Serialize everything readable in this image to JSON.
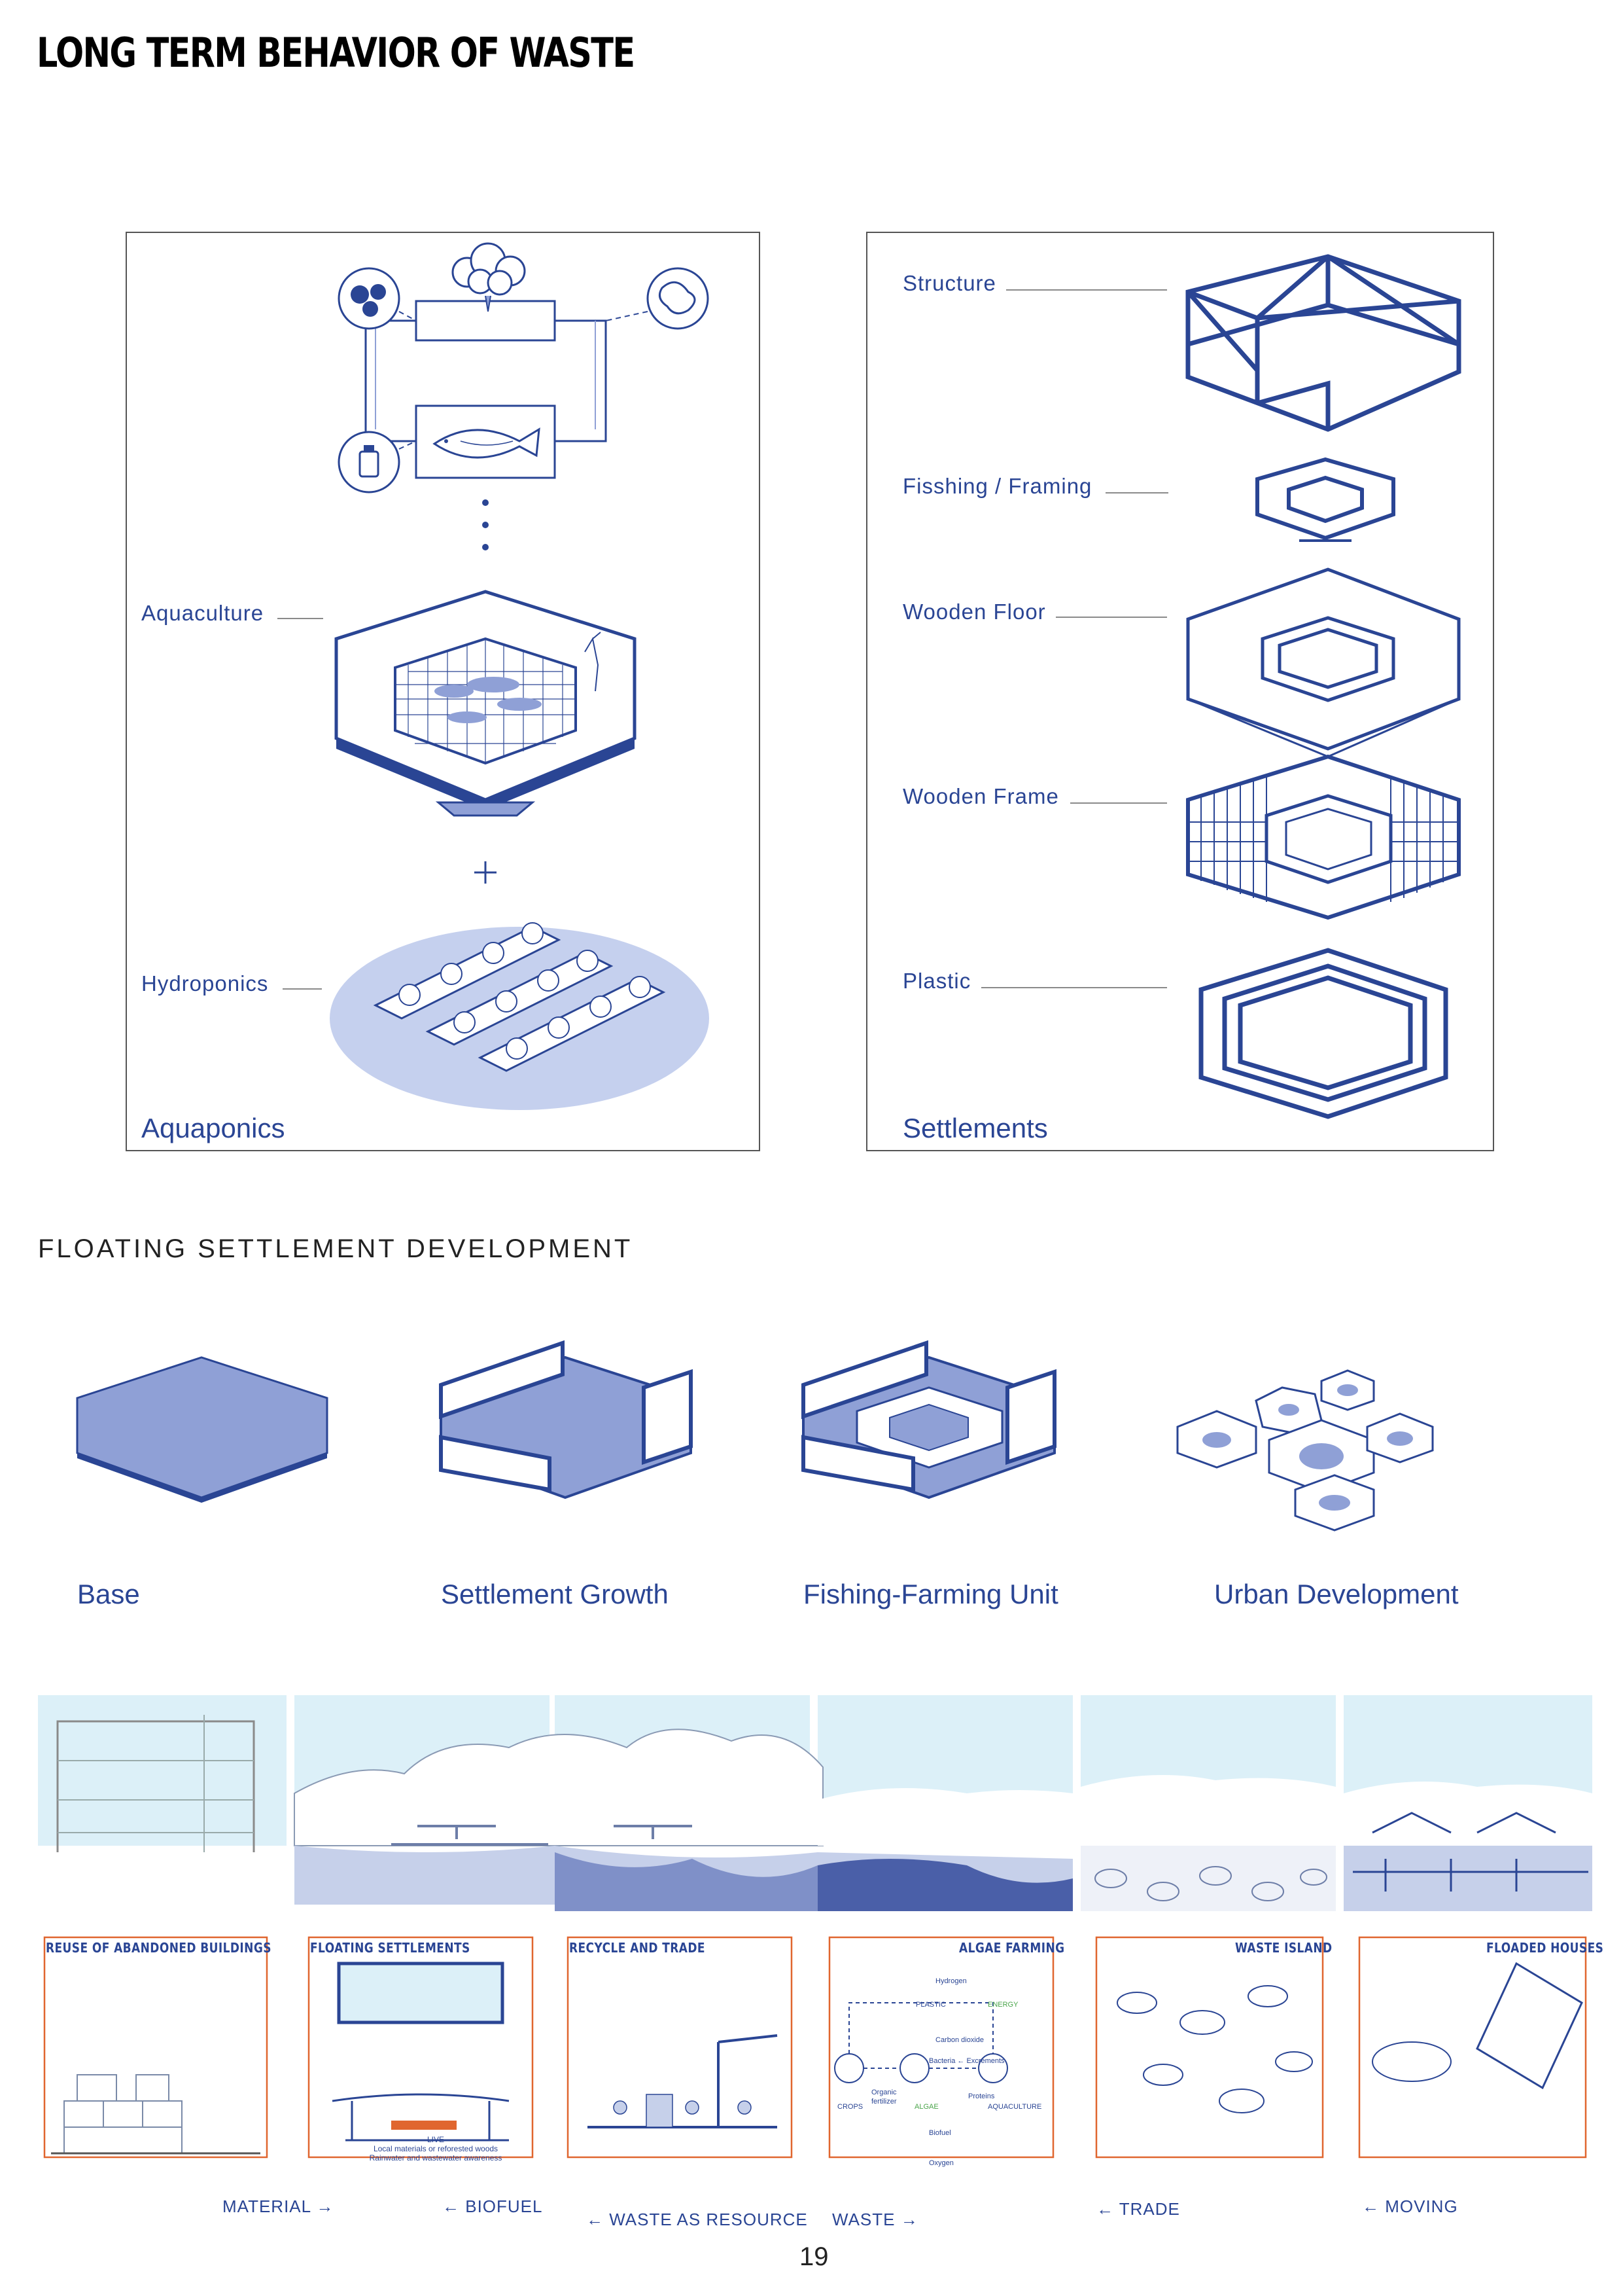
{
  "page": {
    "title": "LONG TERM BEHAVIOR OF WASTE",
    "page_number": "19"
  },
  "aquaponics": {
    "labels": [
      "Aquaculture",
      "Hydroponics"
    ],
    "footer": "Aquaponics"
  },
  "settlements": {
    "labels": [
      "Structure",
      "Fisshing / Framing",
      "Wooden Floor",
      "Wooden Frame",
      "Plastic"
    ],
    "footer": "Settlements"
  },
  "development": {
    "heading": "FLOATING SETTLEMENT DEVELOPMENT",
    "stages": [
      "Base",
      "Settlement Growth",
      "Fishing-Farming Unit",
      "Urban Development"
    ]
  },
  "strip": {
    "panels": [
      "REUSE OF ABANDONED BUILDINGS",
      "FLOATING SETTLEMENTS",
      "RECYCLE AND TRADE",
      "ALGAE FARMING",
      "WASTE ISLAND",
      "FLOADED HOUSES"
    ],
    "flows": [
      "MATERIAL →",
      "← BIOFUEL",
      "← WASTE AS RESOURCE",
      "WASTE →",
      "← TRADE",
      "← MOVING"
    ],
    "floating_note": [
      "LIVE",
      "Local materials or reforested woods",
      "Rainwater and wastewater awareness"
    ],
    "algae_cycle": [
      "Hydrogen",
      "PLASTIC",
      "ENERGY",
      "Carbon dioxide",
      "Bacteria ← Excrements",
      "Organic fertilizer",
      "Proteins",
      "CROPS",
      "ALGAE",
      "AQUACULTURE",
      "Biofuel",
      "Oxygen"
    ]
  },
  "colors": {
    "accent": "#2a4594",
    "fill": "#8fa0d6",
    "sky": "#dcf0f8",
    "orange": "#e0662f"
  }
}
